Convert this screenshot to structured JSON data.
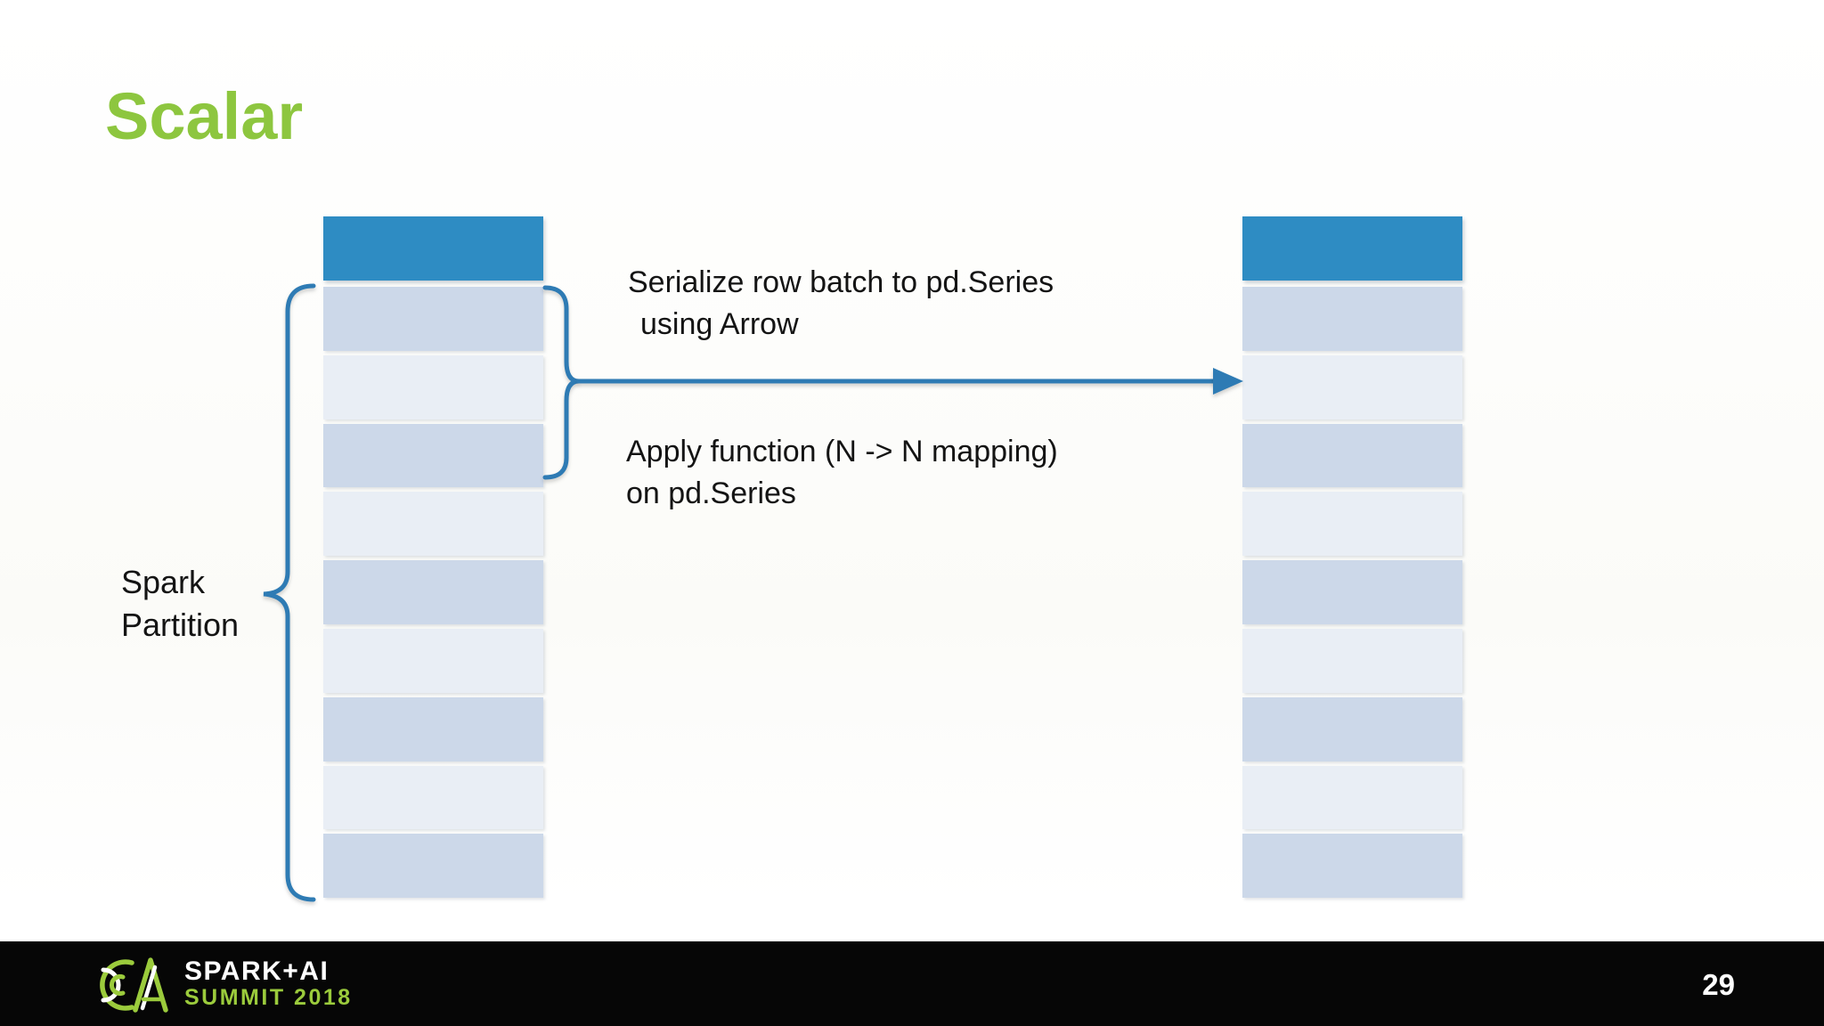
{
  "slide": {
    "title": "Scalar",
    "page_number": "29"
  },
  "diagram": {
    "partition_label": {
      "line1": "Spark",
      "line2": "Partition"
    },
    "serialize_label": {
      "line1": "Serialize row batch to pd.Series",
      "line2": "using Arrow"
    },
    "apply_label": {
      "line1": "Apply function (N -> N mapping)",
      "line2": "on pd.Series"
    },
    "left_table": {
      "row_count": 9
    },
    "right_table": {
      "row_count": 9
    }
  },
  "footer": {
    "logo_title": "SPARK+AI",
    "logo_subtitle": "SUMMIT 2018"
  },
  "colors": {
    "title_green": "#8DC63F",
    "header_blue": "#2E8CC3",
    "row_dark": "#CCD8E9",
    "row_light": "#E9EEF5",
    "arrow_blue": "#2E7BB4",
    "logo_green": "#9BCB3C",
    "footer_bg": "#060606"
  }
}
